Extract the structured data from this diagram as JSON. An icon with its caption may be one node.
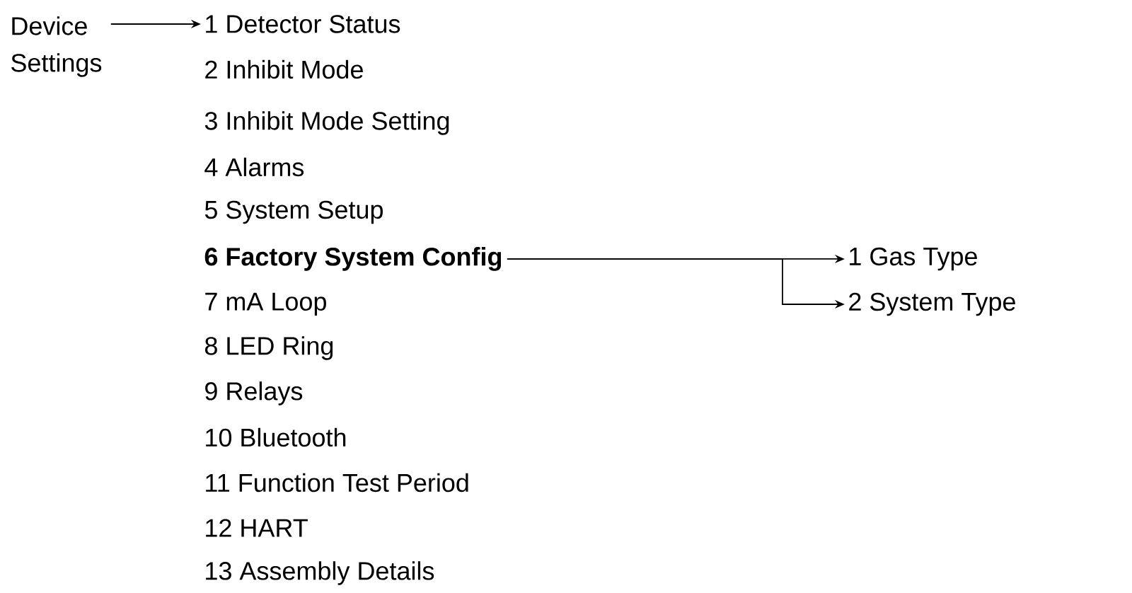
{
  "diagram": {
    "nodes": [
      {
        "text": [
          "Device Settings"
        ]
      },
      {
        "text": [
          "1 Detector Status"
        ]
      },
      {
        "text": [
          "2 Inhibit Mode"
        ]
      },
      {
        "text": [
          "3 Inhibit Mode Setting"
        ]
      },
      {
        "text": [
          "4 Alarms"
        ]
      },
      {
        "text": [
          "5 System Setup"
        ]
      },
      {
        "text": [
          "6 Factory System Config"
        ]
      },
      {
        "text": [
          "7 mA Loop"
        ]
      },
      {
        "text": [
          "8 LED Ring"
        ]
      },
      {
        "text": [
          "9 Relays"
        ]
      },
      {
        "text": [
          "10 Bluetooth"
        ]
      },
      {
        "text": [
          "11 Function Test Period"
        ]
      },
      {
        "text": [
          "12 HART"
        ]
      },
      {
        "text": [
          "13 Assembly Details"
        ]
      },
      {
        "text": [
          "1 Gas Type"
        ]
      },
      {
        "text": [
          "2 System Type"
        ]
      }
    ],
    "edges": [
      {
        "from": 0,
        "to": 1,
        "arrow": "to"
      },
      {
        "from": 6,
        "to": 14,
        "arrow": "to"
      },
      {
        "from": 6,
        "to": 15,
        "arrow": "to"
      }
    ]
  }
}
